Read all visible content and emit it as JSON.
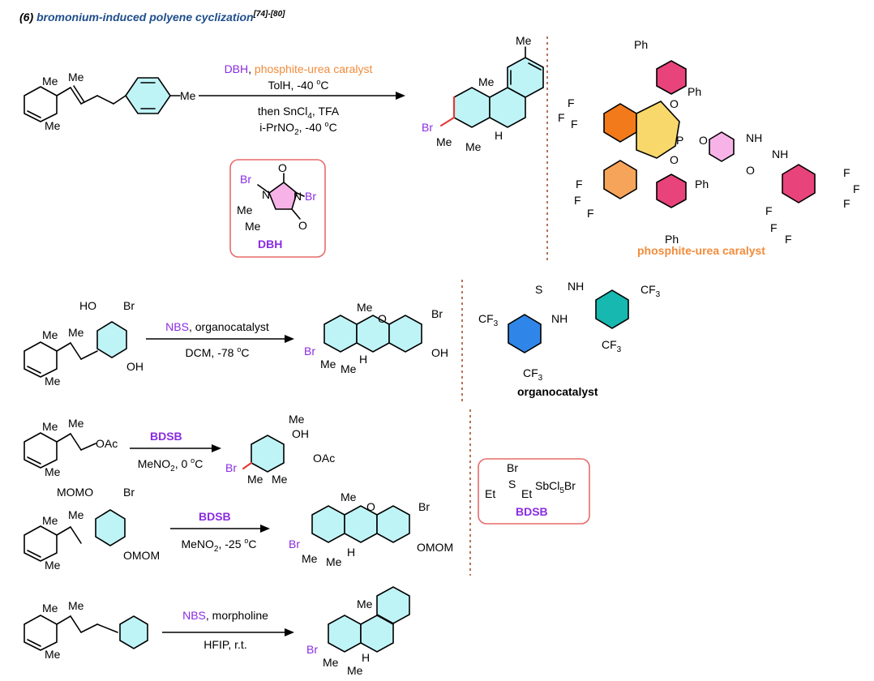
{
  "title": {
    "prefix": "(6) ",
    "text": "bromonium-induced polyene cyclization",
    "refs": "[74]-[80]"
  },
  "colors": {
    "title": "#1f4e8c",
    "purple": "#8a2be2",
    "orange": "#f28b3a",
    "red": "#e53935",
    "cyan": "#bff4f7",
    "pink": "#f7b3e8",
    "magenta": "#e8437a",
    "orange_ring": "#f27a1a",
    "light_orange": "#f5a45a",
    "yellow": "#f8d86a",
    "blue": "#2f86e8",
    "teal": "#16b8b0",
    "divider": "#a0522d",
    "box": "#e86a6a"
  },
  "labels": {
    "Me": "Me",
    "Br": "Br",
    "H": "H",
    "OH": "OH",
    "HO": "HO",
    "O": "O",
    "N": "N",
    "Ph": "Ph",
    "F": "F",
    "P": "P",
    "NH": "NH",
    "S": "S",
    "Et": "Et",
    "OAc": "OAc",
    "OMOM": "OMOM",
    "MOMO": "MOMO",
    "CF3": "CF",
    "three": "3",
    "SbCl5Br": "SbCl",
    "five": "5",
    "Br_tail": "Br"
  },
  "reactions": [
    {
      "reagent": "DBH",
      "sep": ", ",
      "catalyst": "phosphite-urea caralyst",
      "line2": "TolH, -40 ",
      "o": "o",
      "c": "C",
      "line3a": "then SnCl",
      "line3sub": "4",
      "line3b": ", TFA",
      "line4a": "i-PrNO",
      "line4sub": "2",
      "line4b": ", -40 "
    },
    {
      "reagent": "NBS",
      "rest": ", organocatalyst",
      "line2": "DCM, -78 "
    },
    {
      "reagent": "BDSB",
      "line2": "MeNO",
      "sub": "2",
      "line2b": ", 0 "
    },
    {
      "reagent": "BDSB",
      "line2": "MeNO",
      "sub": "2",
      "line2b": ", -25 "
    },
    {
      "reagent": "NBS",
      "rest": ", morpholine",
      "line2": "HFIP, r.t."
    }
  ],
  "names": {
    "dbh": "DBH",
    "phosphite": "phosphite-urea caralyst",
    "organo": "organocatalyst",
    "bdsb": "BDSB"
  }
}
